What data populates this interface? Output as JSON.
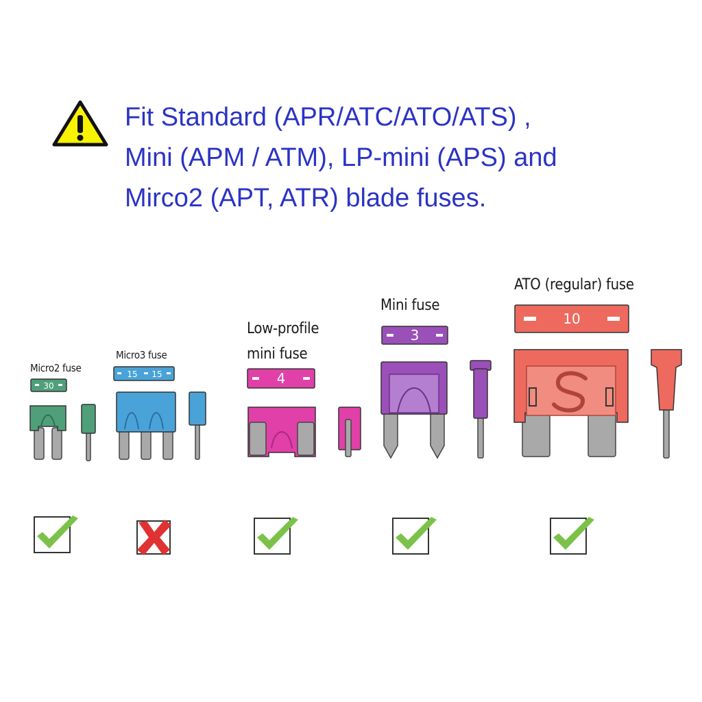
{
  "headline": {
    "line1": "Fit Standard (APR/ATC/ATO/ATS) ,",
    "line2": "Mini (APM / ATM), LP-mini (APS) and",
    "line3": "Mirco2 (APT, ATR) blade fuses."
  },
  "fuses": [
    {
      "label": "Micro2 fuse",
      "rating": "30",
      "fits": true,
      "color": "#4fa07a"
    },
    {
      "label": "Micro3 fuse",
      "rating": "15",
      "fits": false,
      "color": "#4aa3d8"
    },
    {
      "label_line1": "Low-profile",
      "label_line2": "mini fuse",
      "rating": "4",
      "fits": true,
      "color": "#e040a8"
    },
    {
      "label": "Mini fuse",
      "rating": "3",
      "fits": true,
      "color": "#9b4fb8"
    },
    {
      "label": "ATO (regular) fuse",
      "rating": "10",
      "fits": true,
      "color": "#ee6a5e"
    }
  ],
  "colors": {
    "headline": "#2b33c4",
    "check": "#7cc24a",
    "cross": "#e03232",
    "blade": "#a9a9a9"
  },
  "icons": {
    "warning": "warning-triangle-icon",
    "fits": "checkmark-icon",
    "not_fits": "cross-icon"
  }
}
